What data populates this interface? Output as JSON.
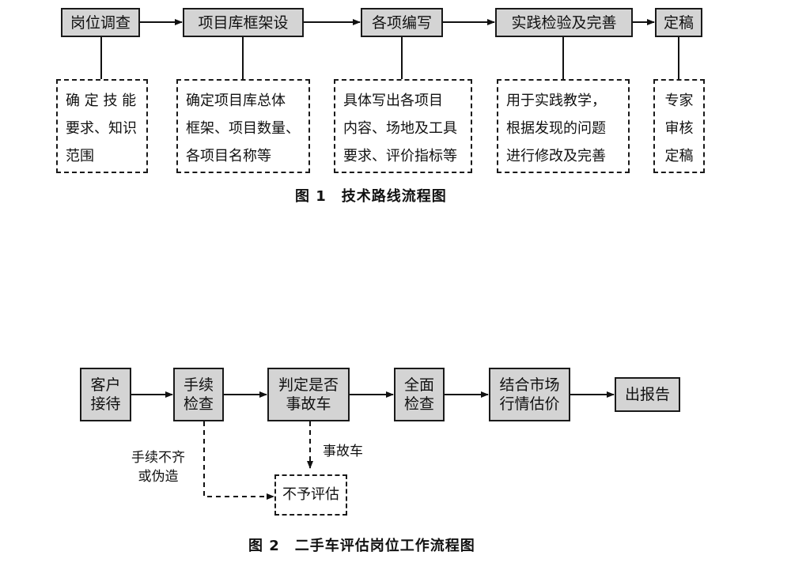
{
  "figure1": {
    "steps": [
      {
        "label": "岗位调查"
      },
      {
        "label": "项目库框架设"
      },
      {
        "label": "各项编写"
      },
      {
        "label": "实践检验及完善"
      },
      {
        "label": "定稿"
      }
    ],
    "notes": [
      {
        "lines": [
          "确 定 技 能",
          "要求、知识",
          "范围"
        ]
      },
      {
        "lines": [
          "确定项目库总体",
          "框架、项目数量、",
          "各项目名称等"
        ]
      },
      {
        "lines": [
          "具体写出各项目",
          "内容、场地及工具",
          "要求、评价指标等"
        ]
      },
      {
        "lines": [
          "用于实践教学，",
          "根据发现的问题",
          "进行修改及完善"
        ]
      },
      {
        "lines": [
          "专家",
          "审核",
          "定稿"
        ]
      }
    ],
    "caption": "图 1　技术路线流程图"
  },
  "figure2": {
    "steps": [
      {
        "lines": [
          "客户",
          "接待"
        ]
      },
      {
        "lines": [
          "手续",
          "检查"
        ]
      },
      {
        "lines": [
          "判定是否",
          "事故车"
        ]
      },
      {
        "lines": [
          "全面",
          "检查"
        ]
      },
      {
        "lines": [
          "结合市场",
          "行情估价"
        ]
      },
      {
        "lines": [
          "出报告"
        ]
      }
    ],
    "reject_box": "不予评估",
    "branch_label_accident": "事故车",
    "branch_label_docs": [
      "手续不齐",
      "或伪造"
    ],
    "caption": "图 2　二手车评估岗位工作流程图"
  }
}
